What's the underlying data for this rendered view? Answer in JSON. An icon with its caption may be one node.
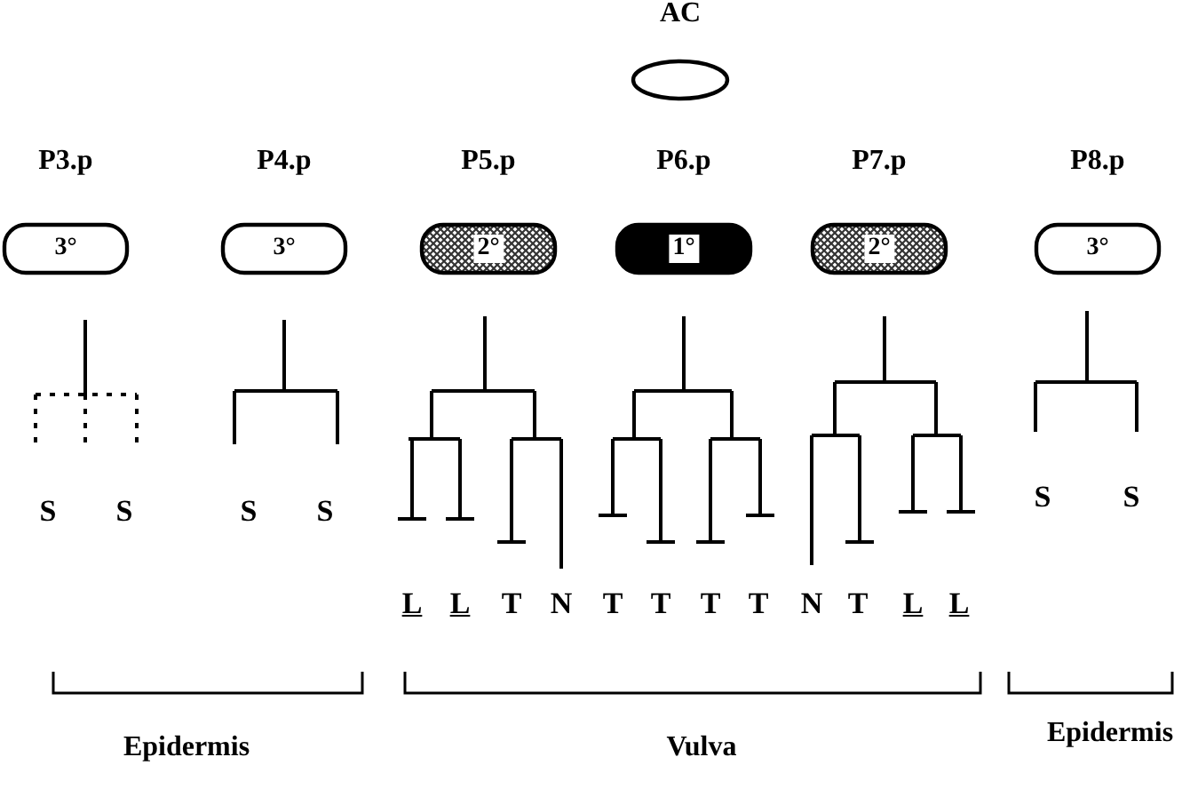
{
  "diagram": {
    "nodes": [
      {
        "text": [
          "AC"
        ]
      },
      {
        "text": [
          "P3.p",
          "3°"
        ]
      },
      {
        "text": [
          "P4.p",
          "3°"
        ]
      },
      {
        "text": [
          "P5.p",
          "2°"
        ]
      },
      {
        "text": [
          "P6.p",
          "1°"
        ]
      },
      {
        "text": [
          "P7.p",
          "2°"
        ]
      },
      {
        "text": [
          "P8.p",
          "3°"
        ]
      }
    ],
    "labels": [
      "S",
      "S",
      "S",
      "S",
      "L",
      "L",
      "T",
      "N",
      "T",
      "T",
      "T",
      "T",
      "N",
      "T",
      "L",
      "L",
      "S",
      "S",
      "Epidermis",
      "Vulva",
      "Epidermis"
    ]
  }
}
